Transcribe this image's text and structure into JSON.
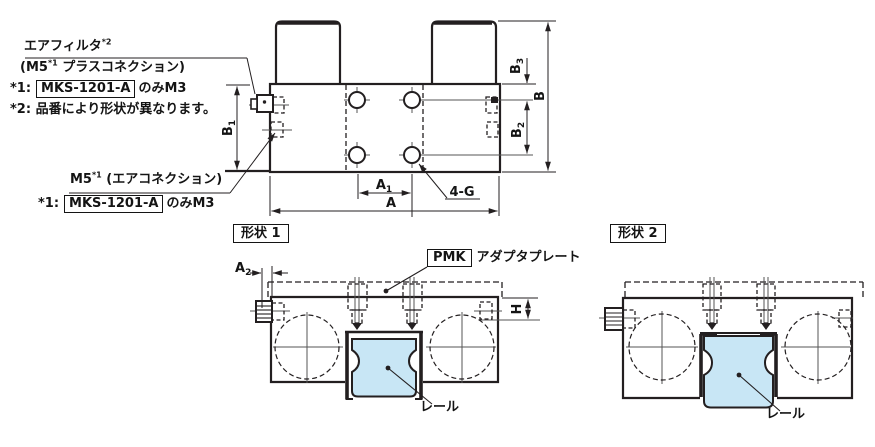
{
  "colors": {
    "line": "#231f20",
    "rail_fill": "#c8e6f5",
    "centerline": "#555555",
    "background": "#ffffff"
  },
  "annotations": {
    "air_filter": {
      "label": "エアフィルタ",
      "sup": "*2"
    },
    "air_filter_conn": {
      "pre": "(M5",
      "sup": "*1",
      "post": " プラスコネクション)"
    },
    "note_m3_top": {
      "mark": "*1:",
      "part": "MKS-1201-A",
      "suffix": "のみM3"
    },
    "note_shape": {
      "text": "*2: 品番により形状が異なります。"
    },
    "air_conn": {
      "pre": "M5",
      "sup": "*1",
      "post": " (エアコネクション)"
    },
    "note_m3_bottom": {
      "mark": "*1:",
      "part": "MKS-1201-A",
      "suffix": "のみM3"
    }
  },
  "top_view": {
    "dims": {
      "B1": {
        "letter": "B",
        "sub": "1"
      },
      "B2": {
        "letter": "B",
        "sub": "2"
      },
      "B3": {
        "letter": "B",
        "sub": "3"
      },
      "B": {
        "letter": "B"
      },
      "A1": {
        "letter": "A",
        "sub": "1"
      },
      "A": {
        "letter": "A"
      },
      "holes": "4-G"
    }
  },
  "shape1": {
    "title": "形状 1",
    "dims": {
      "A2": {
        "letter": "A",
        "sub": "2"
      },
      "H": {
        "letter": "H"
      }
    },
    "adapter": {
      "part": "PMK",
      "label": "アダプタプレート"
    },
    "rail_label": "レール"
  },
  "shape2": {
    "title": "形状 2",
    "rail_label": "レール"
  }
}
